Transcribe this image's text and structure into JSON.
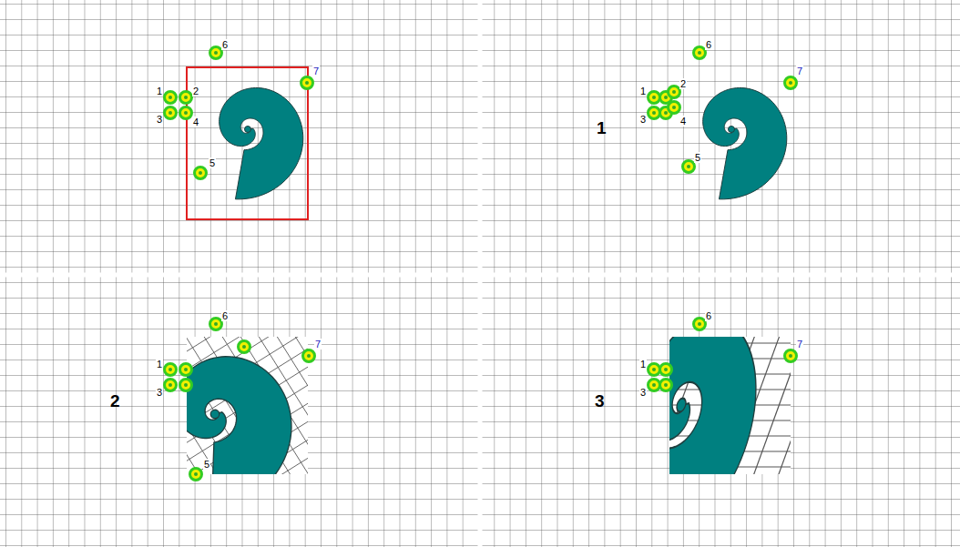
{
  "diagram": {
    "labels": [
      "1",
      "2",
      "3",
      "4",
      "5",
      "6",
      "7",
      "1",
      "6",
      "7",
      "1",
      "2",
      "3",
      "4",
      "5",
      "2",
      "6",
      "7",
      "1",
      "3",
      "5",
      "3",
      "6",
      "7",
      "1",
      "3"
    ]
  }
}
